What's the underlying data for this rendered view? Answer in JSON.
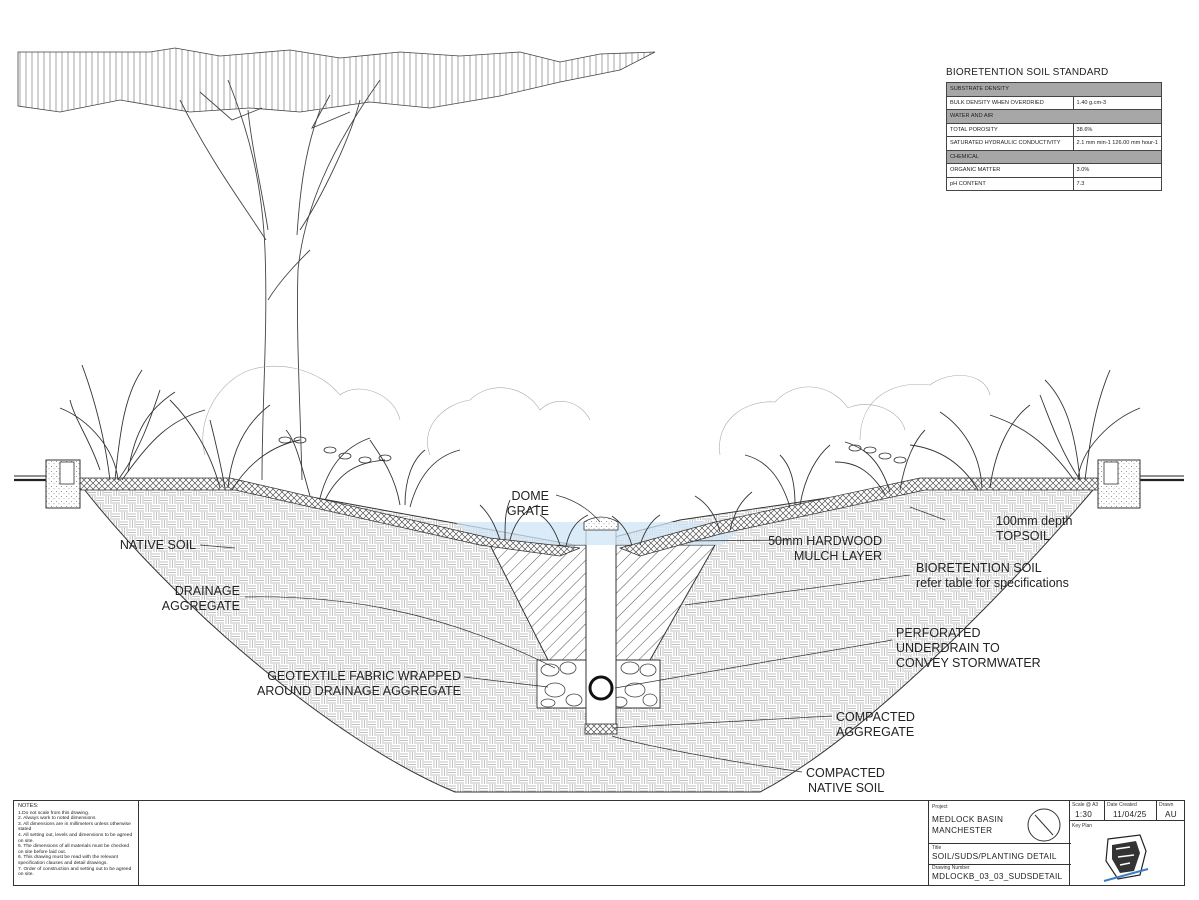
{
  "labels": {
    "dome_grate": [
      "DOME",
      "GRATE"
    ],
    "native_soil": "NATIVE SOIL",
    "drainage_aggregate": [
      "DRAINAGE",
      "AGGREGATE"
    ],
    "topsoil": [
      "100mm depth",
      "TOPSOIL"
    ],
    "mulch": [
      "50mm HARDWOOD",
      "MULCH LAYER"
    ],
    "bioretention": [
      "BIORETENTION SOIL",
      "refer table for specifications"
    ],
    "underdrain": [
      "PERFORATED",
      "UNDERDRAIN TO",
      "CONVEY STORMWATER"
    ],
    "geotextile": [
      "GEOTEXTILE FABRIC WRAPPED",
      "AROUND DRAINAGE AGGREGATE"
    ],
    "compacted_aggregate": [
      "COMPACTED",
      "AGGREGATE"
    ],
    "compacted_native": [
      "COMPACTED",
      "NATIVE SOIL"
    ]
  },
  "soil_table": {
    "title": "BIORETENTION SOIL STANDARD",
    "rows": [
      {
        "header": "SUBSTRATE DENSITY"
      },
      {
        "label": "BULK DENSITY WHEN OVERDRIED",
        "value": "1.40 g.cm-3"
      },
      {
        "header": "WATER AND AIR"
      },
      {
        "label": "TOTAL POROSITY",
        "value": "38.6%"
      },
      {
        "label": "SATURATED HYDRAULIC CONDUCTIVITY",
        "value": "2.1 mm min-1 126.00 mm hour-1"
      },
      {
        "header": "CHEMICAL"
      },
      {
        "label": "ORGANIC MATTER",
        "value": "3.0%"
      },
      {
        "label": "pH CONTENT",
        "value": "7.3"
      }
    ]
  },
  "title_block": {
    "notes_heading": "NOTES:",
    "notes": [
      "1.Do not scale from this drawing.",
      "2. Always work to noted dimensions",
      "3. All dimensions are in millimeters unless otherwise stated",
      "4. All setting out, levels and dimensions to be agreed on site.",
      "5. The dimensions of all materials must be checked on site before laid out.",
      "6. This drawing must be read with the relevant specification clauses and detail drawings.",
      "7. Order of construction and setting out to be agreed on site."
    ],
    "project_label": "Project",
    "project": [
      "MEDLOCK BASIN",
      "MANCHESTER"
    ],
    "title_label": "Title",
    "title": "SOIL/SUDS/PLANTING DETAIL",
    "drawing_number_label": "Drawing Number",
    "drawing_number": "MDLOCKB_03_03_SUDSDETAIL",
    "scale_label": "Scale @ A3",
    "scale": "1:30",
    "date_label": "Date Created",
    "date": "11/04/25",
    "drawn_label": "Drawn",
    "drawn": "AU",
    "key_plan_label": "Key Plan"
  }
}
